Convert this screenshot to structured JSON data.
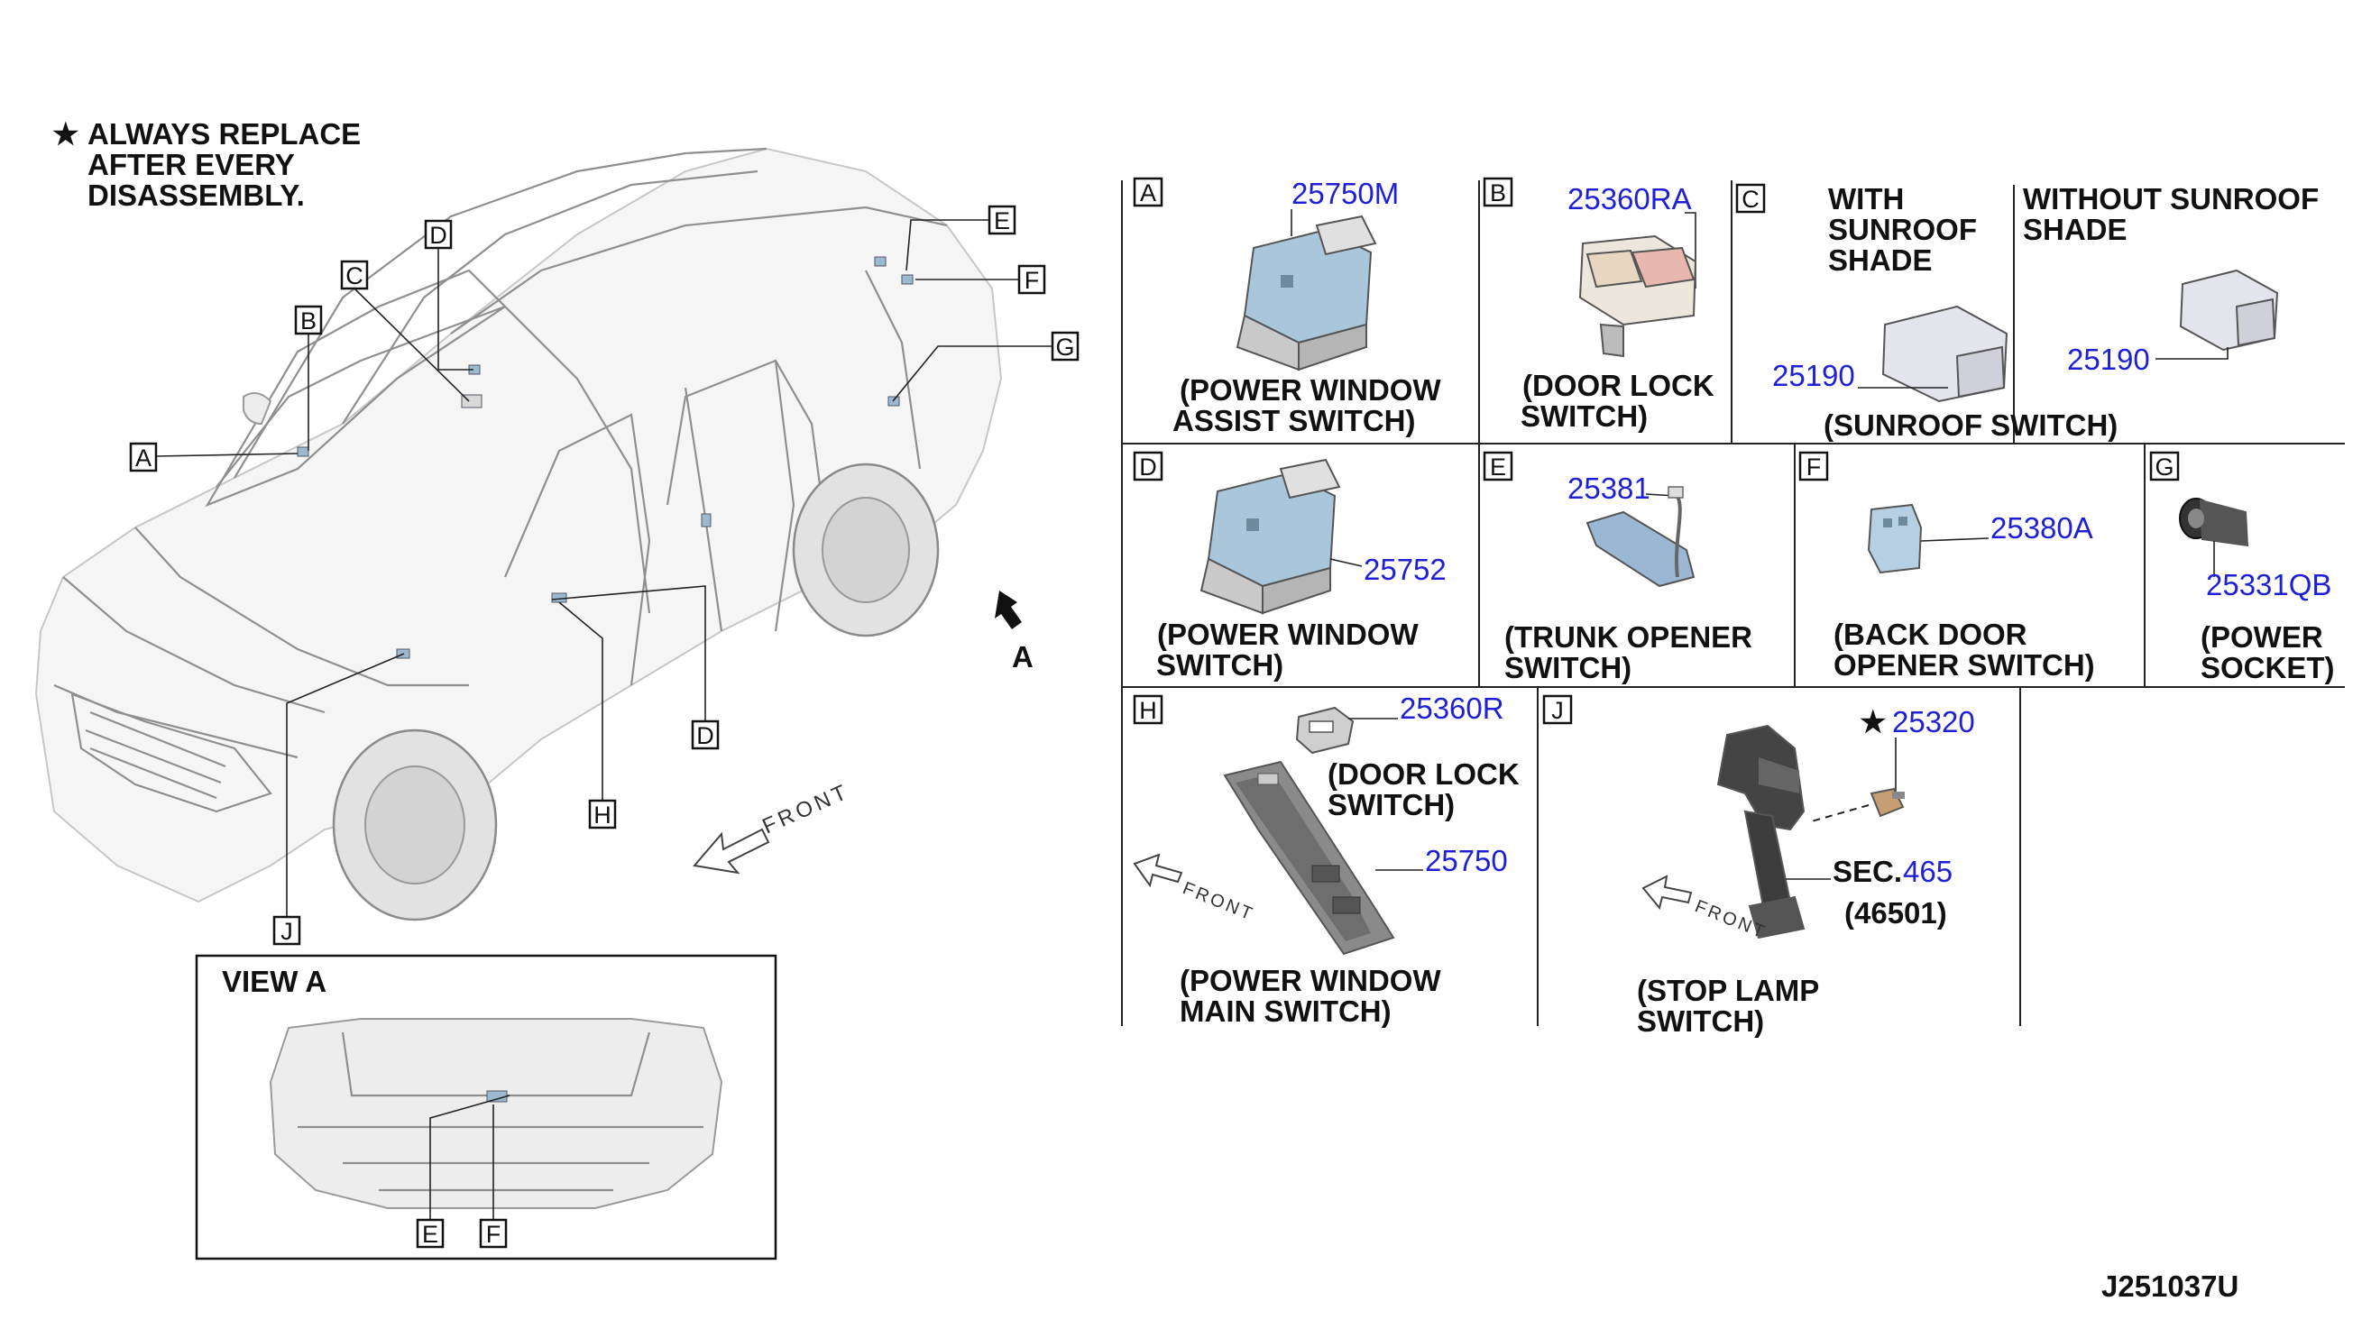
{
  "note": {
    "star": "★",
    "line1": "ALWAYS REPLACE",
    "line2": "AFTER EVERY",
    "line3": "DISASSEMBLY."
  },
  "drawing_id": "J251037U",
  "car_callouts": [
    "A",
    "B",
    "C",
    "D",
    "E",
    "F",
    "G",
    "D",
    "H",
    "J"
  ],
  "view_arrow_label": "A",
  "front_label": "FRONT",
  "view_a": {
    "title": "VIEW A",
    "callouts": [
      "E",
      "F"
    ]
  },
  "panels": {
    "A": {
      "letter": "A",
      "part_no": "25750M",
      "desc1": "(POWER WINDOW",
      "desc2": "ASSIST SWITCH)"
    },
    "B": {
      "letter": "B",
      "part_no": "25360RA",
      "desc1": "(DOOR LOCK",
      "desc2": "SWITCH)"
    },
    "C": {
      "letter": "C",
      "with": {
        "line1": "WITH",
        "line2": "SUNROOF",
        "line3": "SHADE",
        "part_no": "25190"
      },
      "without": {
        "line1": "WITHOUT SUNROOF",
        "line2": "SHADE",
        "part_no": "25190"
      },
      "desc": "(SUNROOF SWITCH)"
    },
    "D": {
      "letter": "D",
      "part_no": "25752",
      "desc1": "(POWER WINDOW",
      "desc2": "SWITCH)"
    },
    "E": {
      "letter": "E",
      "part_no": "25381",
      "desc1": "(TRUNK OPENER",
      "desc2": "SWITCH)"
    },
    "F": {
      "letter": "F",
      "part_no": "25380A",
      "desc1": "(BACK DOOR",
      "desc2": "OPENER SWITCH)"
    },
    "G": {
      "letter": "G",
      "part_no": "25331QB",
      "desc1": "(POWER",
      "desc2": "SOCKET)"
    },
    "H": {
      "letter": "H",
      "part_no_1": "25360R",
      "desc1a": "(DOOR LOCK",
      "desc1b": "SWITCH)",
      "part_no_2": "25750",
      "desc2a": "(POWER WINDOW",
      "desc2b": "MAIN SWITCH)",
      "front": "FRONT"
    },
    "J": {
      "letter": "J",
      "star": "★",
      "part_no": "25320",
      "sec_prefix": "SEC.",
      "sec_no": "465",
      "ref": "(46501)",
      "desc1": "(STOP LAMP",
      "desc2": "SWITCH)",
      "front": "FRONT"
    }
  },
  "colors": {
    "part_number": "#1f1fd6",
    "text": "#111111",
    "line_art": "#8f8f8f",
    "switch_blue": "#a9c6da"
  }
}
